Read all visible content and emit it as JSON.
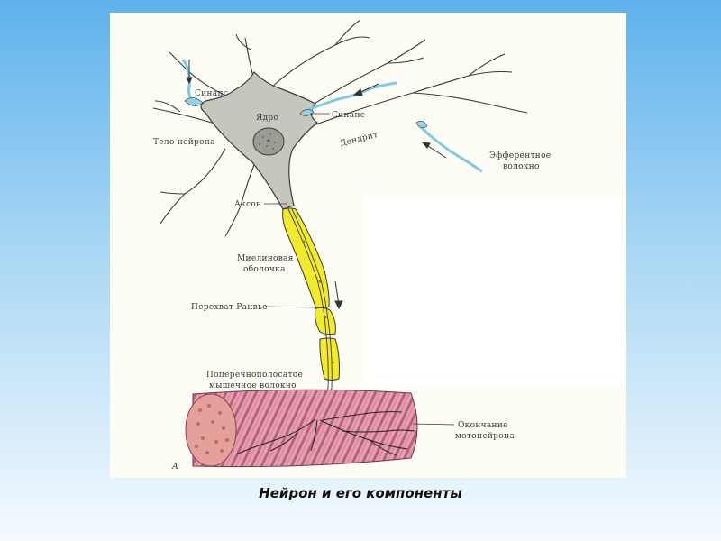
{
  "caption": "Нейрон и его компоненты",
  "labels": {
    "synapse_left": "Синапс",
    "nucleus": "Ядро",
    "synapse_right": "Синапс",
    "cell_body": "Тело нейрона",
    "dendrite": "Дендрит",
    "efferent_1": "Эфферентное",
    "efferent_2": "волокно",
    "axon": "Аксон",
    "myelin_1": "Миелиновая",
    "myelin_2": "оболочка",
    "ranvier": "Перехват Ранвье",
    "muscle_1": "Поперечнополосатое",
    "muscle_2": "мышечное волокно",
    "ending_1": "Окончание",
    "ending_2": "мотонейрона",
    "figure_letter": "А"
  },
  "colors": {
    "cell_body": "#c6c6bf",
    "myelin": "#f2ea2a",
    "synapse": "#8fd3ea",
    "muscle": "#e7a2a9",
    "muscle_stripe": "#b95f85",
    "nerve_line": "#3a3a3a"
  }
}
